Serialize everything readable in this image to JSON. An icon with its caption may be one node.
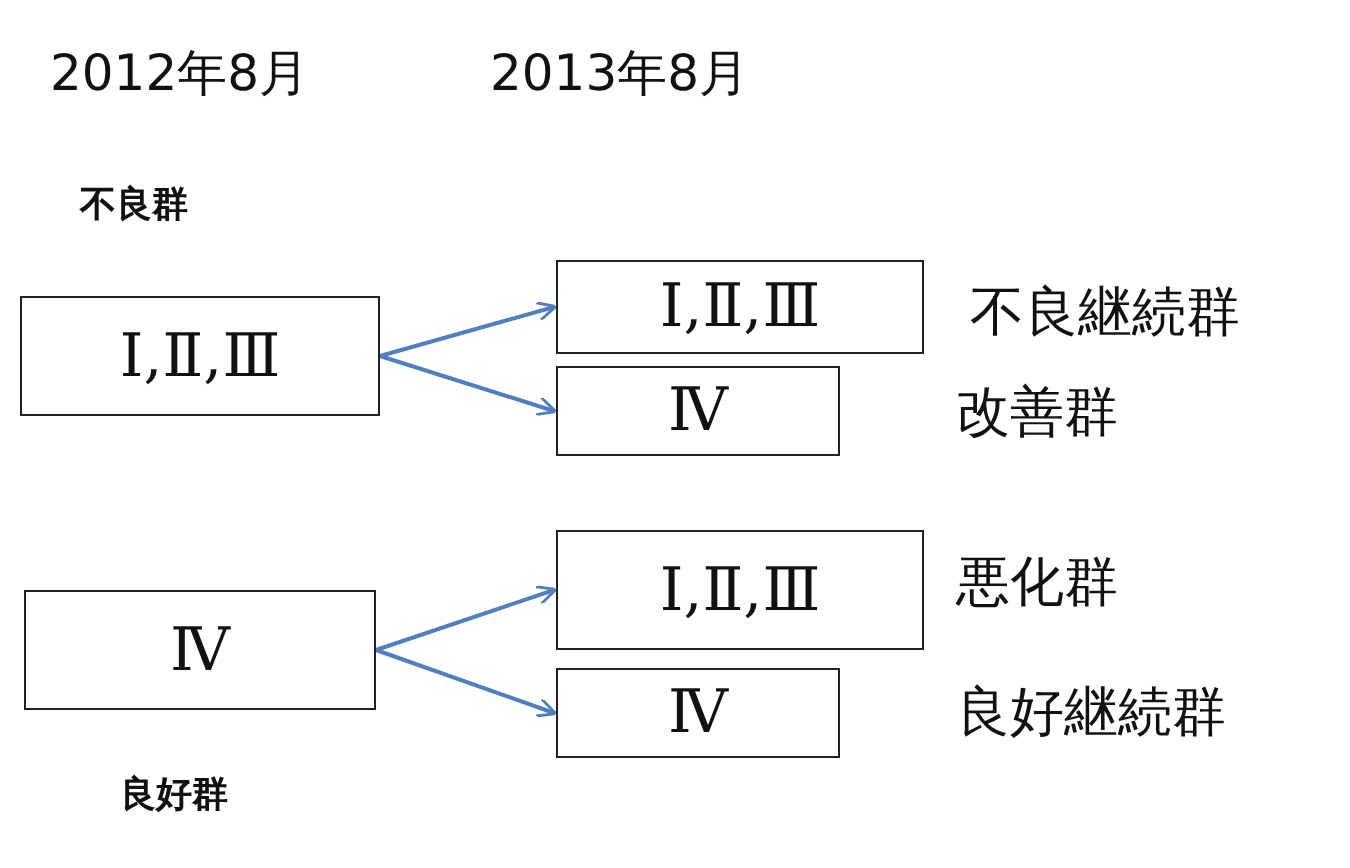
{
  "diagram": {
    "nodes": [
      {
        "text": [
          "Ⅰ,Ⅱ,Ⅲ"
        ],
        "beside": [
          "不良群"
        ]
      },
      {
        "text": [
          "Ⅰ,Ⅱ,Ⅲ"
        ],
        "beside": [
          "不良継続群"
        ]
      },
      {
        "text": [
          "Ⅳ"
        ]
      },
      {
        "text": [
          "Ⅳ"
        ],
        "beside": [
          "良好群"
        ]
      },
      {
        "text": [
          "Ⅰ,Ⅱ,Ⅲ"
        ],
        "beside": [
          "悪化群"
        ]
      },
      {
        "text": [
          "Ⅳ"
        ]
      }
    ],
    "edges": [
      {
        "from": 0,
        "to": 1,
        "arrow": "to"
      },
      {
        "from": 0,
        "to": 2,
        "arrow": "to"
      },
      {
        "from": 3,
        "to": 4,
        "arrow": "to"
      },
      {
        "from": 3,
        "to": 5,
        "arrow": "to"
      }
    ],
    "labels": [
      "2012年8月",
      "2013年8月",
      "改善群",
      "良好継続群"
    ]
  }
}
